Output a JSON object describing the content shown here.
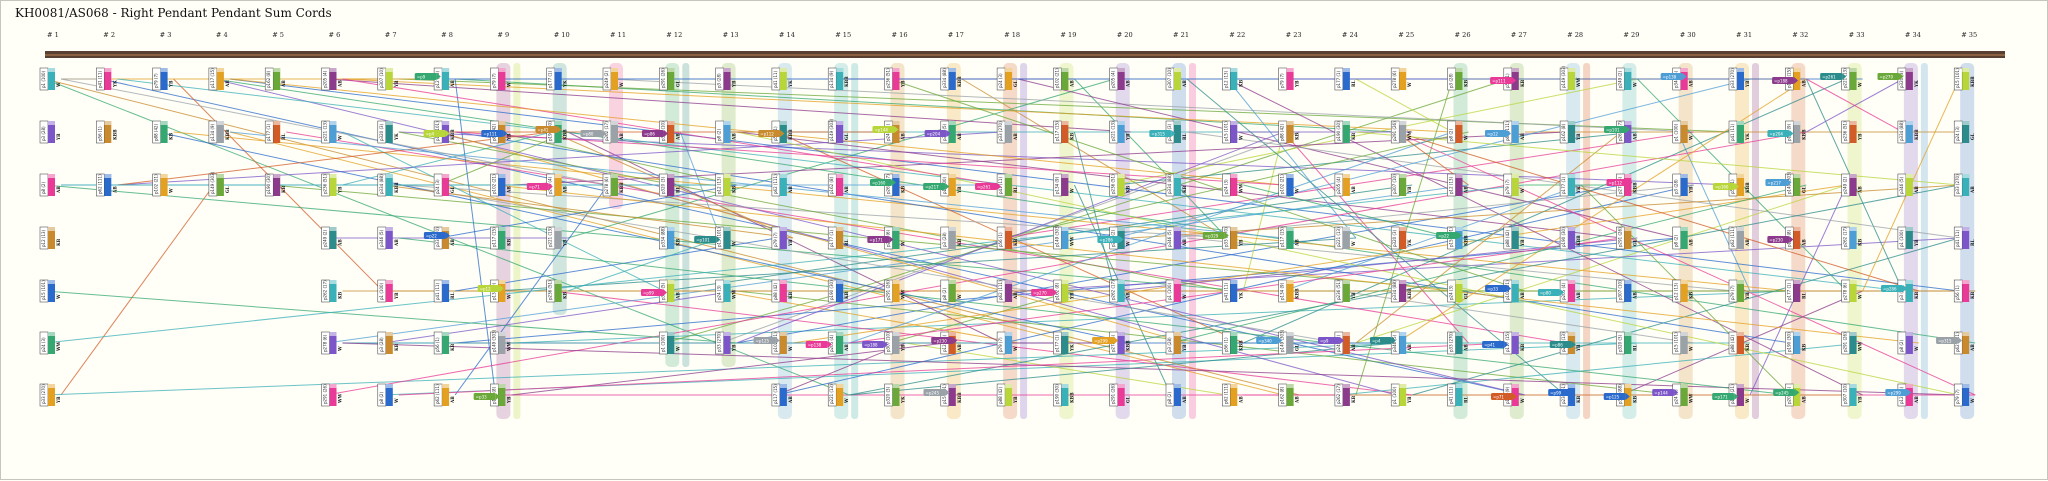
{
  "title": "KH0081/AS068 - Right Pendant Pendant Sum Cords",
  "colors": {
    "background": "#fffef7",
    "primary_cord_top": "#5a4030",
    "primary_cord_bottom": "#8a6040",
    "palette": [
      "#3ab0b8",
      "#7c56c8",
      "#e83a96",
      "#c88a2c",
      "#2a6acc",
      "#34a870",
      "#e4a020",
      "#9aa2a8",
      "#6aa83a",
      "#d25c28",
      "#8c3a8c",
      "#4e9ed6",
      "#b8d63a",
      "#2c8c8c"
    ]
  },
  "columns": [
    "# 1",
    "# 2",
    "# 3",
    "# 4",
    "# 5",
    "# 6",
    "# 7",
    "# 8",
    "# 9",
    "# 10",
    "# 11",
    "# 12",
    "# 13",
    "# 14",
    "# 15",
    "# 16",
    "# 17",
    "# 18",
    "# 19",
    "# 20",
    "# 21",
    "# 22",
    "# 23",
    "# 24",
    "# 25",
    "# 26",
    "# 27",
    "# 28",
    "# 29",
    "# 30",
    "# 31",
    "# 32",
    "# 33",
    "# 34",
    "# 35"
  ],
  "column_rows": [
    7,
    3,
    3,
    3,
    3,
    7,
    7,
    7,
    7,
    5,
    3,
    6,
    6,
    7,
    7,
    7,
    7,
    7,
    7,
    7,
    7,
    7,
    7,
    7,
    7,
    7,
    7,
    7,
    7,
    7,
    7,
    7,
    7,
    7,
    7
  ],
  "knot_codes": [
    "W",
    "YB",
    "AB",
    "KB",
    "W",
    "WW",
    "YB",
    "YK",
    "KBB",
    "AB",
    "YB",
    "KB",
    "W",
    "AB",
    "KBB",
    "GL",
    "AB",
    "RL",
    "KB",
    "AB"
  ],
  "sum_badges": [
    "=p9",
    "=p4",
    "=p22",
    "=p111",
    "=p12",
    "=p33",
    "=p41",
    "=p71",
    "=p80",
    "=p86",
    "=p99",
    "=p101",
    "=p112",
    "=p125",
    "=p138",
    "=p144",
    "=p160",
    "=p171",
    "=p188",
    "=p204",
    "=p217",
    "=p230",
    "=p245",
    "=p261",
    "=p270",
    "=p286",
    "=p299",
    "=p315",
    "=p329",
    "=p340"
  ],
  "cord_label_prefix": "p",
  "cord_value_samples": [
    "p1 (100)",
    "p3 (28)",
    "p8 (2)",
    "p12 (13)",
    "p15 (101)",
    "p24 (3)",
    "p33 (270)",
    "p41 (11)",
    "p56 (1)",
    "p62 (111)",
    "p79 (7)",
    "p88 (42)",
    "p102 (21)",
    "p117 (15)",
    "p134 (9)",
    "p149 (303)",
    "p162 (8)",
    "p177 (1)",
    "p190 (30)",
    "p205 (4)",
    "p221 (13)",
    "p236 (51)",
    "p249 (2)",
    "p262 (17)",
    "p278 (6)",
    "p291 (26)",
    "p307 (10)",
    "p320 (3)",
    "p334 (88)",
    "p346 (5)"
  ]
}
